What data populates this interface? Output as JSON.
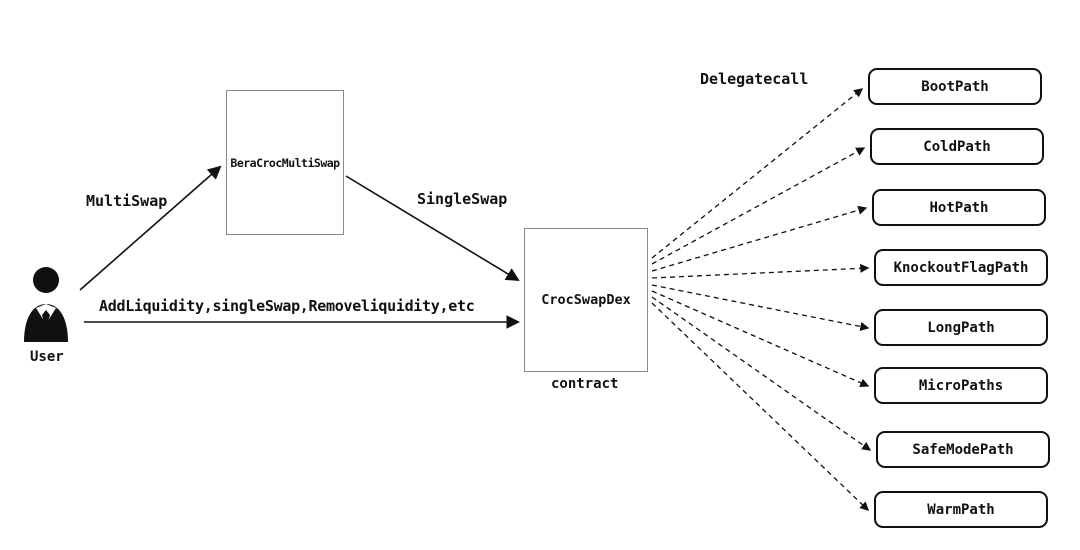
{
  "diagram": {
    "user": {
      "label": "User"
    },
    "nodes": {
      "multiswap_box": {
        "label": "BeraCrocMultiSwap"
      },
      "dex_box": {
        "label": "CrocSwapDex",
        "caption": "contract"
      }
    },
    "edges": {
      "multiswap": "MultiSwap",
      "singleswap": "SingleSwap",
      "add_liquidity": "AddLiquidity,singleSwap,Removeliquidity,etc",
      "delegatecall": "Delegatecall"
    },
    "paths": [
      "BootPath",
      "ColdPath",
      "HotPath",
      "KnockoutFlagPath",
      "LongPath",
      "MicroPaths",
      "SafeModePath",
      "WarmPath"
    ]
  }
}
